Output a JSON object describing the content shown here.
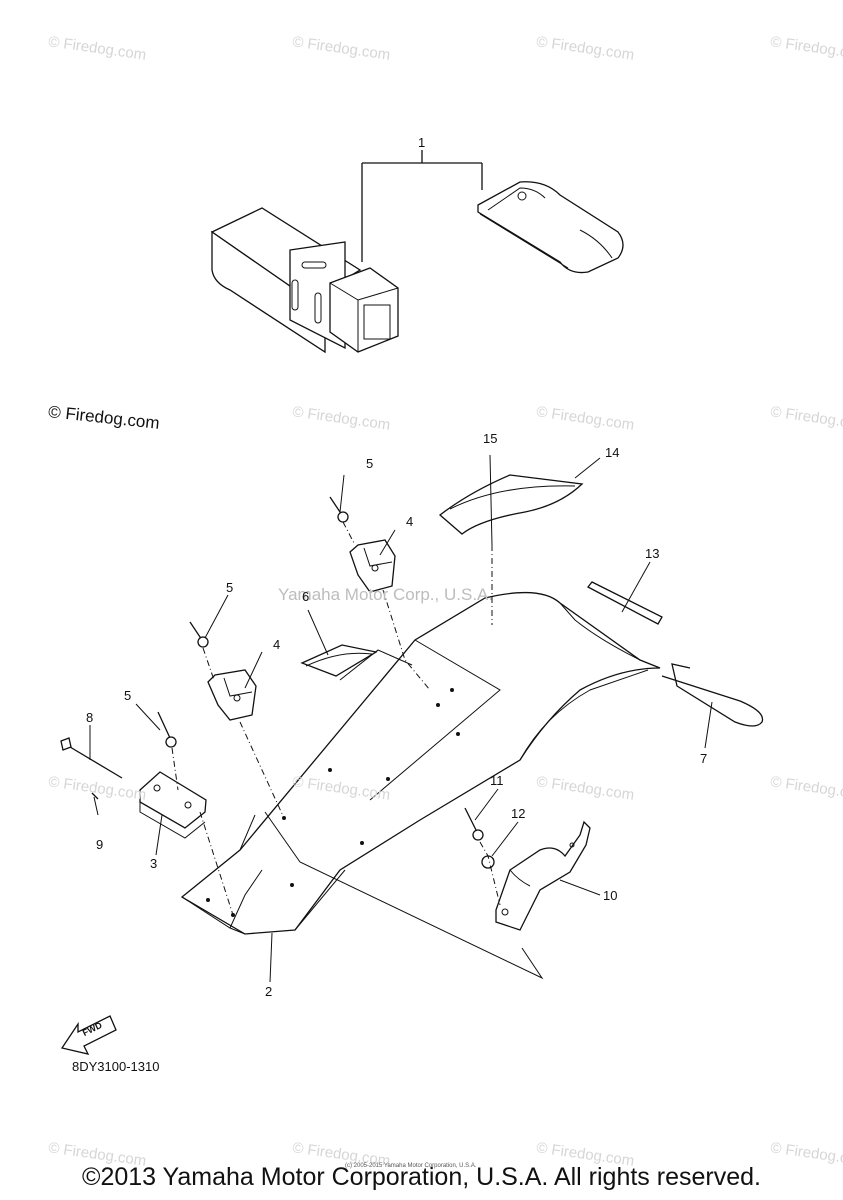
{
  "watermarks": {
    "repeat_text": "© Firedog.com",
    "main_text": "© Firedog.com",
    "center_text": "Yamaha Motor Corp., U.S.A."
  },
  "callouts": [
    "1",
    "2",
    "3",
    "4",
    "4",
    "5",
    "5",
    "5",
    "6",
    "7",
    "8",
    "9",
    "10",
    "11",
    "12",
    "13",
    "14",
    "15"
  ],
  "part_code": "8DY3100-1310",
  "fwd_label": "FWD",
  "fine_print": "(c) 2005-2015 Yamaha Motor Corporation, U.S.A.",
  "footer": "©2013 Yamaha Motor Corporation, U.S.A. All rights reserved."
}
